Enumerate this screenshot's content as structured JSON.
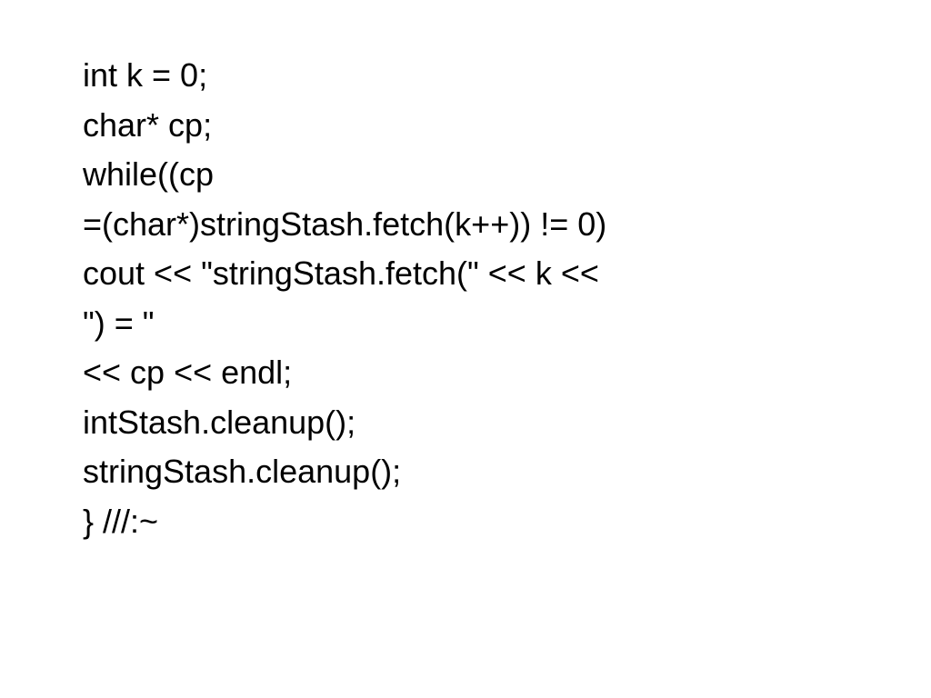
{
  "slide": {
    "lines": [
      "int k = 0;",
      "char* cp;",
      "while((cp",
      "=(char*)stringStash.fetch(k++)) != 0)",
      "cout << \"stringStash.fetch(\" << k <<",
      "\") = \"",
      "<< cp << endl;",
      "intStash.cleanup();",
      "stringStash.cleanup();",
      "} ///:~"
    ]
  },
  "colors": {
    "background": "#ffffff",
    "text": "#000000"
  }
}
